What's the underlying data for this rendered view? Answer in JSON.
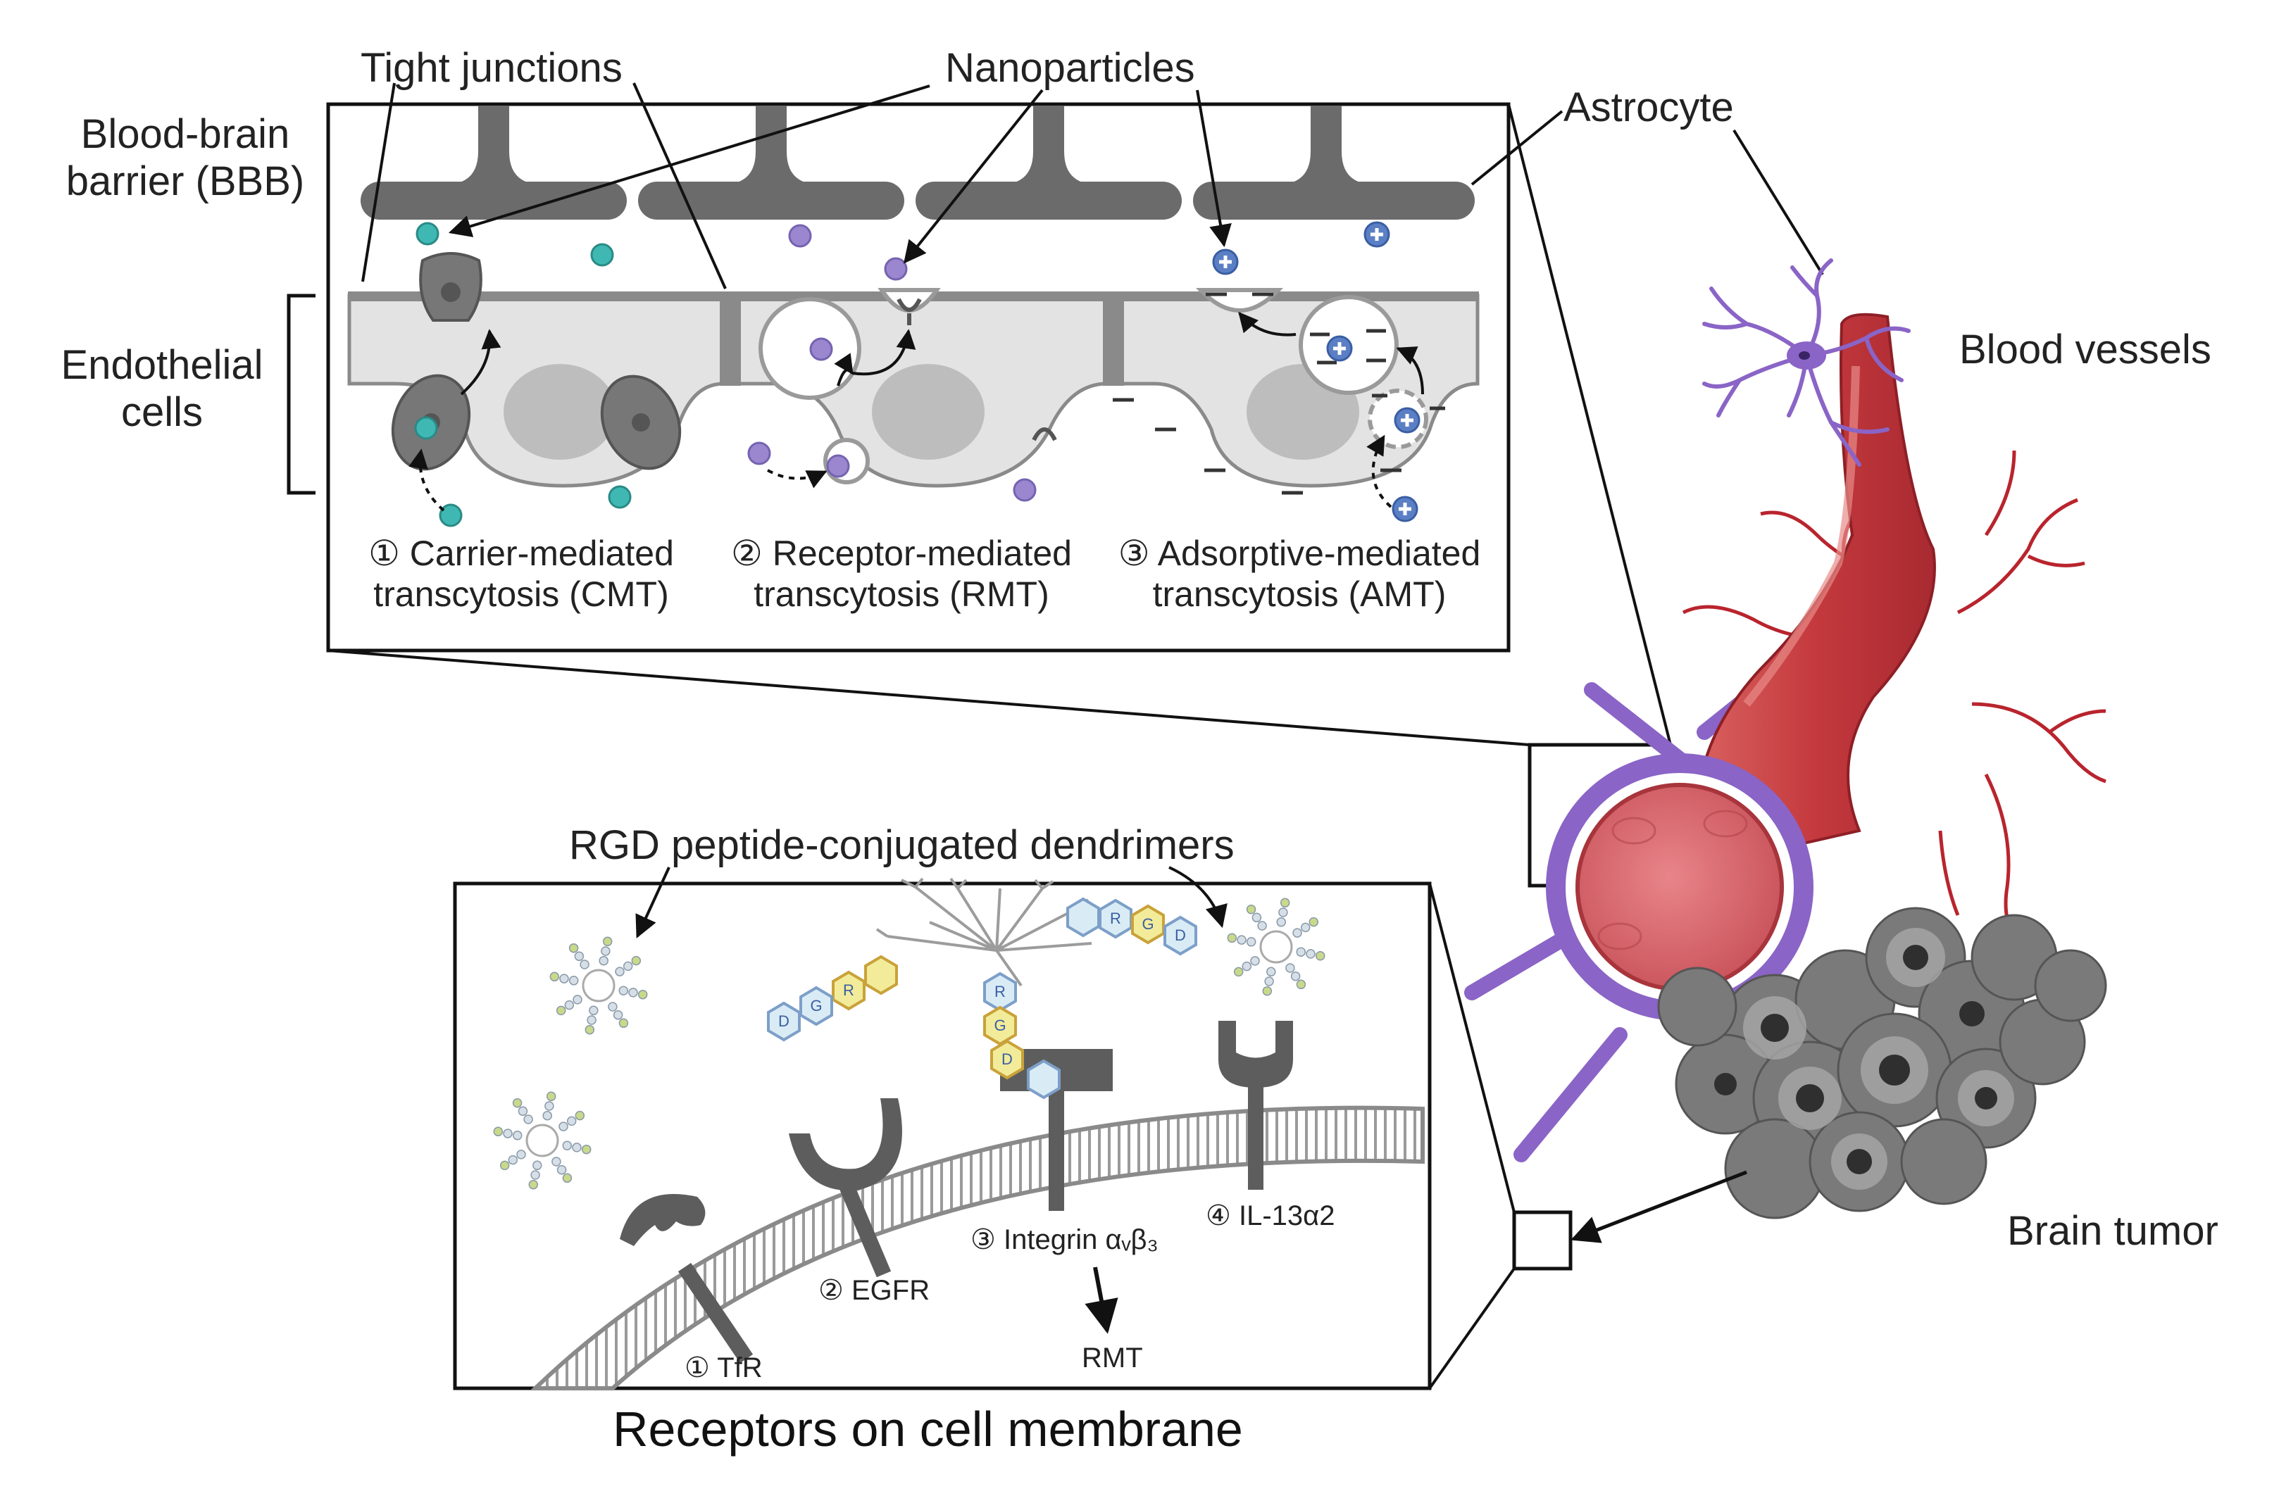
{
  "labels": {
    "tight_junctions": "Tight junctions",
    "nanoparticles": "Nanoparticles",
    "astrocyte": "Astrocyte",
    "bbb_line1": "Blood-brain",
    "bbb_line2": "barrier (BBB)",
    "endo_line1": "Endothelial",
    "endo_line2": "cells",
    "blood_vessels": "Blood vessels",
    "brain_tumor": "Brain tumor",
    "rgd_dendrimers": "RGD peptide-conjugated dendrimers",
    "receptors_title": "Receptors on cell membrane",
    "rmt_short": "RMT"
  },
  "mechanisms": [
    {
      "line1": "① Carrier-mediated",
      "line2": "transcytosis (CMT)"
    },
    {
      "line1": "② Receptor-mediated",
      "line2": "transcytosis (RMT)"
    },
    {
      "line1": "③ Adsorptive-mediated",
      "line2": "transcytosis (AMT)"
    }
  ],
  "receptors": {
    "tfr": "① TfR",
    "egfr": "② EGFR",
    "integrin": "③ Integrin αᵥβ₃",
    "il13": "④ IL-13α2"
  },
  "peptide_letters": [
    "R",
    "G",
    "D"
  ],
  "colors": {
    "cyan_np": "#3fb8b3",
    "purple_np": "#9a87cf",
    "blue_np": "#5b7fc4",
    "vessel_red": "#c0474a",
    "astro_purple": "#8a64c6",
    "tumor_gray": "#6f6f6f",
    "endo_fill": "#e3e3e3",
    "astro_gray": "#6b6b6b"
  }
}
